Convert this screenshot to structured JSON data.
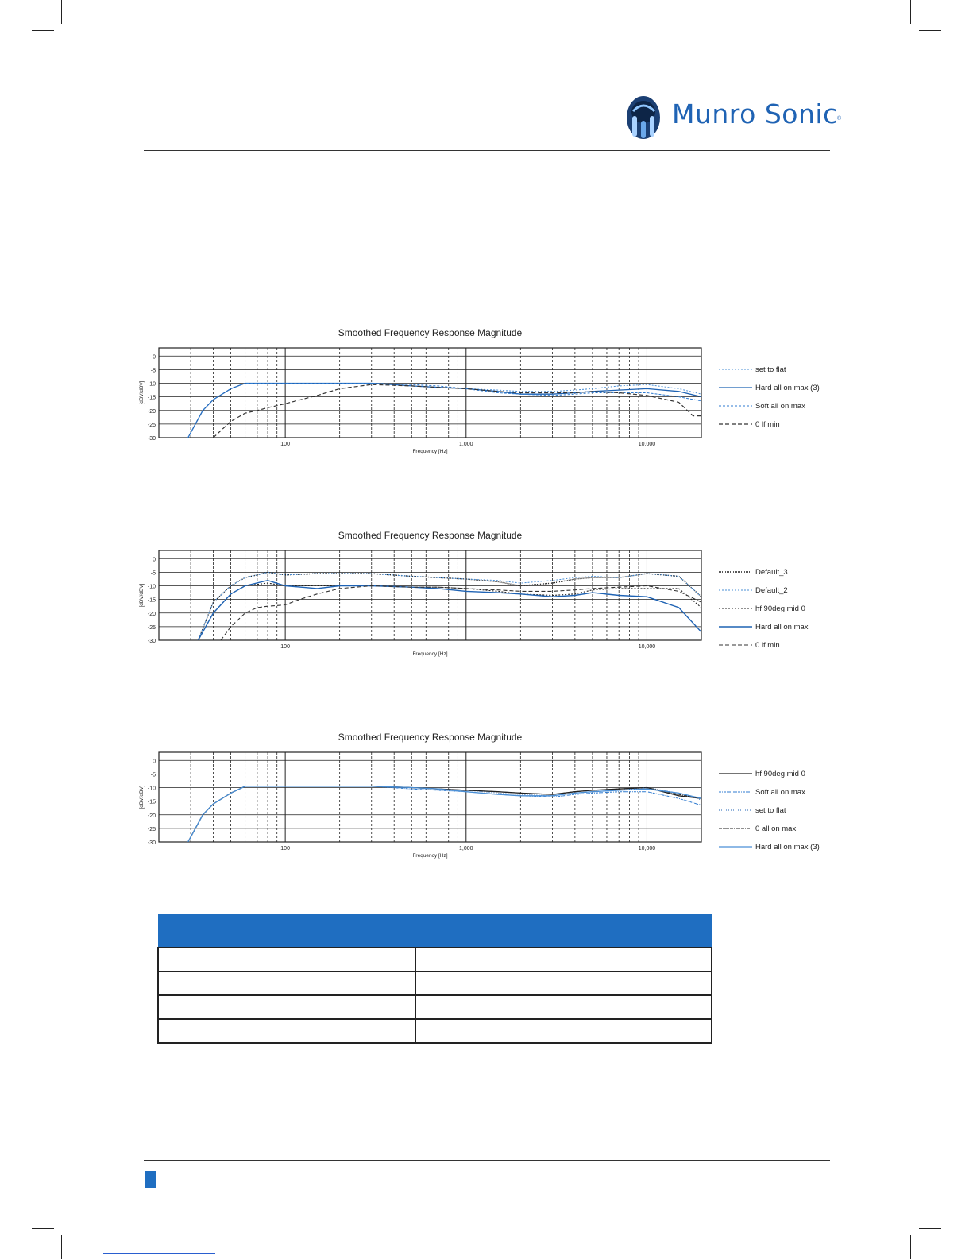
{
  "brand": {
    "name": "Munro Sonic",
    "reg_mark": "®",
    "color": "#1f63b4"
  },
  "accent_color": "#1f6ec1",
  "chart_data": [
    {
      "type": "line",
      "title": "Smoothed Frequency Response Magnitude",
      "xlabel": "Frequency [Hz]",
      "ylabel": "[dBV/dBV]",
      "x_scale": "log",
      "xlim": [
        20,
        20000
      ],
      "ylim": [
        -30,
        3
      ],
      "yticks": [
        0,
        -5,
        -10,
        -15,
        -20,
        -25,
        -30
      ],
      "xticks": [
        100,
        1000,
        10000
      ],
      "xtick_labels": [
        "100",
        "1,000",
        "10,000"
      ],
      "grid": true,
      "legend_position": "right",
      "series": [
        {
          "name": "set to flat",
          "color": "#4a8fd6",
          "dash": "2,2",
          "width": 1,
          "x": [
            29,
            35,
            40,
            50,
            60,
            80,
            100,
            150,
            200,
            300,
            500,
            700,
            1000,
            1500,
            2000,
            3000,
            4000,
            5000,
            7000,
            10000,
            15000,
            20000
          ],
          "y": [
            -30,
            -20,
            -16,
            -12,
            -10,
            -10,
            -10,
            -10,
            -10,
            -10,
            -11,
            -11.5,
            -12,
            -12.5,
            -13,
            -13,
            -12.5,
            -12,
            -11,
            -10.5,
            -12,
            -14
          ]
        },
        {
          "name": "Hard all on max (3)",
          "color": "#1f63b4",
          "dash": "",
          "width": 1.3,
          "x": [
            29,
            35,
            40,
            50,
            60,
            80,
            100,
            150,
            200,
            300,
            500,
            700,
            1000,
            1500,
            2000,
            3000,
            4000,
            5000,
            7000,
            10000,
            15000,
            20000
          ],
          "y": [
            -30,
            -20,
            -16,
            -12,
            -10,
            -10,
            -10,
            -10,
            -10,
            -10,
            -11,
            -11.5,
            -12,
            -13,
            -14,
            -14,
            -13.5,
            -13,
            -12.5,
            -12,
            -13,
            -15
          ]
        },
        {
          "name": "Soft all on max",
          "color": "#2f7bd0",
          "dash": "3,2",
          "width": 1,
          "x": [
            29,
            35,
            40,
            50,
            60,
            80,
            100,
            150,
            200,
            300,
            500,
            700,
            1000,
            1500,
            2000,
            3000,
            4000,
            5000,
            7000,
            10000,
            15000,
            20000
          ],
          "y": [
            -30,
            -20,
            -16,
            -12,
            -10,
            -10,
            -10,
            -10,
            -10,
            -10,
            -10.5,
            -11,
            -12,
            -13.5,
            -14,
            -14.5,
            -14,
            -13.5,
            -13.5,
            -13.5,
            -15,
            -16.5
          ]
        },
        {
          "name": "0 lf min",
          "color": "#333333",
          "dash": "5,3",
          "width": 1.2,
          "x": [
            40,
            50,
            60,
            70,
            80,
            100,
            150,
            200,
            300,
            500,
            700,
            1000,
            1500,
            2000,
            3000,
            4000,
            5000,
            7000,
            10000,
            15000,
            18000,
            20000
          ],
          "y": [
            -30,
            -24,
            -21,
            -20,
            -19,
            -17.5,
            -14.5,
            -12,
            -10.5,
            -11,
            -11.5,
            -12,
            -13,
            -13.5,
            -13.5,
            -13.5,
            -13,
            -13.5,
            -14.5,
            -17,
            -22,
            -22
          ]
        }
      ]
    },
    {
      "type": "line",
      "title": "Smoothed Frequency Response Magnitude",
      "xlabel": "Frequency [Hz]",
      "ylabel": "[dBV/dBV]",
      "x_scale": "log",
      "xlim": [
        20,
        20000
      ],
      "ylim": [
        -30,
        3
      ],
      "yticks": [
        0,
        -5,
        -10,
        -15,
        -20,
        -25,
        -30
      ],
      "xticks": [
        100,
        10000
      ],
      "xtick_labels": [
        "100",
        "10,000"
      ],
      "grid": true,
      "legend_position": "right",
      "series": [
        {
          "name": "Default_3",
          "color": "#222222",
          "dash": "1,1",
          "width": 1.4,
          "x": [
            33,
            40,
            50,
            60,
            70,
            80,
            100,
            150,
            200,
            300,
            500,
            700,
            1000,
            1500,
            2000,
            3000,
            4000,
            5000,
            7000,
            10000,
            15000,
            20000
          ],
          "y": [
            -30,
            -16,
            -10,
            -7,
            -6,
            -5,
            -6,
            -5.5,
            -5.5,
            -5.5,
            -6.5,
            -7,
            -7.5,
            -8.5,
            -10,
            -9,
            -7.5,
            -7,
            -7,
            -5.5,
            -6.5,
            -14
          ]
        },
        {
          "name": "Default_2",
          "color": "#4a8fd6",
          "dash": "2,2",
          "width": 1,
          "x": [
            33,
            40,
            50,
            60,
            70,
            80,
            100,
            150,
            200,
            300,
            500,
            700,
            1000,
            1500,
            2000,
            3000,
            4000,
            5000,
            7000,
            10000,
            15000,
            20000
          ],
          "y": [
            -30,
            -16,
            -10,
            -7,
            -6,
            -5,
            -6,
            -5.5,
            -5.5,
            -5.5,
            -6.5,
            -7,
            -7.5,
            -8,
            -9,
            -8,
            -7,
            -6.5,
            -7,
            -5.5,
            -6.5,
            -14
          ]
        },
        {
          "name": "hf 90deg mid 0",
          "color": "#222222",
          "dash": "2,2",
          "width": 1.1,
          "x": [
            33,
            40,
            50,
            60,
            80,
            100,
            150,
            200,
            300,
            500,
            700,
            1000,
            1500,
            2000,
            3000,
            4000,
            5000,
            7000,
            10000,
            15000,
            20000
          ],
          "y": [
            -30,
            -20,
            -13,
            -10,
            -9,
            -10,
            -10,
            -10,
            -10,
            -10.5,
            -10.5,
            -11,
            -12,
            -13,
            -13.5,
            -13,
            -11.5,
            -11,
            -11,
            -11,
            -18
          ]
        },
        {
          "name": "Hard all on max",
          "color": "#1f63b4",
          "dash": "",
          "width": 1.4,
          "x": [
            33,
            40,
            50,
            60,
            80,
            100,
            150,
            200,
            300,
            500,
            700,
            1000,
            1500,
            2000,
            3000,
            4000,
            5000,
            7000,
            10000,
            15000,
            20000
          ],
          "y": [
            -30,
            -20,
            -13,
            -10,
            -8,
            -10,
            -11,
            -10,
            -10,
            -10.5,
            -11,
            -12,
            -12.5,
            -13,
            -14,
            -13.5,
            -12.5,
            -13.5,
            -14,
            -18,
            -27
          ]
        },
        {
          "name": "0 lf min",
          "color": "#333333",
          "dash": "5,3",
          "width": 1.1,
          "x": [
            44,
            50,
            60,
            70,
            80,
            100,
            120,
            150,
            200,
            300,
            500,
            700,
            1000,
            1500,
            2000,
            3000,
            4000,
            5000,
            7000,
            10000,
            15000,
            20000
          ],
          "y": [
            -30,
            -25,
            -20,
            -18,
            -17.5,
            -17,
            -15,
            -13,
            -11,
            -10,
            -10.5,
            -10.5,
            -11,
            -11.5,
            -12,
            -12,
            -11.5,
            -11,
            -10.5,
            -10,
            -12,
            -16
          ]
        }
      ]
    },
    {
      "type": "line",
      "title": "Smoothed Frequency Response Magnitude",
      "xlabel": "Frequency [Hz]",
      "ylabel": "[dBV/dBV]",
      "x_scale": "log",
      "xlim": [
        20,
        20000
      ],
      "ylim": [
        -30,
        3
      ],
      "yticks": [
        0,
        -5,
        -10,
        -15,
        -20,
        -25,
        -30
      ],
      "xticks": [
        100,
        1000,
        10000
      ],
      "xtick_labels": [
        "100",
        "1,000",
        "10,000"
      ],
      "grid": true,
      "legend_position": "right",
      "series": [
        {
          "name": "hf 90deg mid 0",
          "color": "#222222",
          "dash": "",
          "width": 1.3,
          "x": [
            29,
            35,
            40,
            50,
            60,
            80,
            100,
            150,
            200,
            300,
            500,
            700,
            1000,
            1500,
            2000,
            3000,
            4000,
            5000,
            7000,
            10000,
            15000,
            20000
          ],
          "y": [
            -30,
            -20,
            -16,
            -12,
            -9.5,
            -9.5,
            -9.5,
            -9.5,
            -9.5,
            -9.5,
            -10,
            -10.5,
            -11,
            -11.5,
            -12,
            -12.5,
            -11.5,
            -11,
            -10.5,
            -10,
            -13,
            -14
          ]
        },
        {
          "name": "Soft all on max",
          "color": "#2f7bd0",
          "dash": "3,1,1,1",
          "width": 1,
          "x": [
            29,
            35,
            40,
            50,
            60,
            80,
            100,
            150,
            200,
            300,
            500,
            700,
            1000,
            1500,
            2000,
            3000,
            4000,
            5000,
            7000,
            10000,
            15000,
            20000
          ],
          "y": [
            -30,
            -20,
            -16,
            -12,
            -9.5,
            -9.5,
            -9.5,
            -9.5,
            -9.5,
            -9.5,
            -10.5,
            -11,
            -11.5,
            -12.5,
            -13,
            -13.5,
            -12.5,
            -12,
            -11.5,
            -11.5,
            -14,
            -16.5
          ]
        },
        {
          "name": "set to flat",
          "color": "#1f63b4",
          "dash": "1,2",
          "width": 1,
          "x": [
            29,
            35,
            40,
            50,
            60,
            80,
            100,
            150,
            200,
            300,
            500,
            700,
            1000,
            1500,
            2000,
            3000,
            4000,
            5000,
            7000,
            10000,
            15000,
            20000
          ],
          "y": [
            -30,
            -20,
            -16,
            -12,
            -9.5,
            -9.5,
            -9.5,
            -9.5,
            -9.5,
            -9.5,
            -10,
            -10.5,
            -11,
            -12,
            -12.5,
            -13,
            -12,
            -11.5,
            -11,
            -10,
            -12,
            -14.5
          ]
        },
        {
          "name": "0 all on max",
          "color": "#222222",
          "dash": "4,1,1,1",
          "width": 1,
          "x": [
            29,
            35,
            40,
            50,
            60,
            80,
            100,
            150,
            200,
            300,
            500,
            700,
            1000,
            1500,
            2000,
            3000,
            4000,
            5000,
            7000,
            10000,
            15000,
            20000
          ],
          "y": [
            -30,
            -20,
            -16,
            -12,
            -9.5,
            -9.5,
            -9.5,
            -9.5,
            -9.5,
            -9.5,
            -10,
            -10.5,
            -11,
            -11.5,
            -12,
            -12.5,
            -11.5,
            -11,
            -10.5,
            -10,
            -12.5,
            -14
          ]
        },
        {
          "name": "Hard all on max (3)",
          "color": "#4a8fd6",
          "dash": "",
          "width": 1.3,
          "x": [
            29,
            35,
            40,
            50,
            60,
            80,
            100,
            150,
            200,
            300,
            500,
            700,
            1000,
            1500,
            2000,
            3000,
            4000,
            5000,
            7000,
            10000,
            15000,
            20000
          ],
          "y": [
            -30,
            -20,
            -16,
            -12,
            -9.5,
            -9.5,
            -9.5,
            -9.5,
            -9.5,
            -9.5,
            -10,
            -10.5,
            -11.5,
            -12.5,
            -13,
            -13,
            -12,
            -11.5,
            -11,
            -10.5,
            -12,
            -14
          ]
        }
      ]
    }
  ],
  "table": {
    "header_color": "#1f6ec1",
    "rows": 4,
    "columns": 2
  }
}
